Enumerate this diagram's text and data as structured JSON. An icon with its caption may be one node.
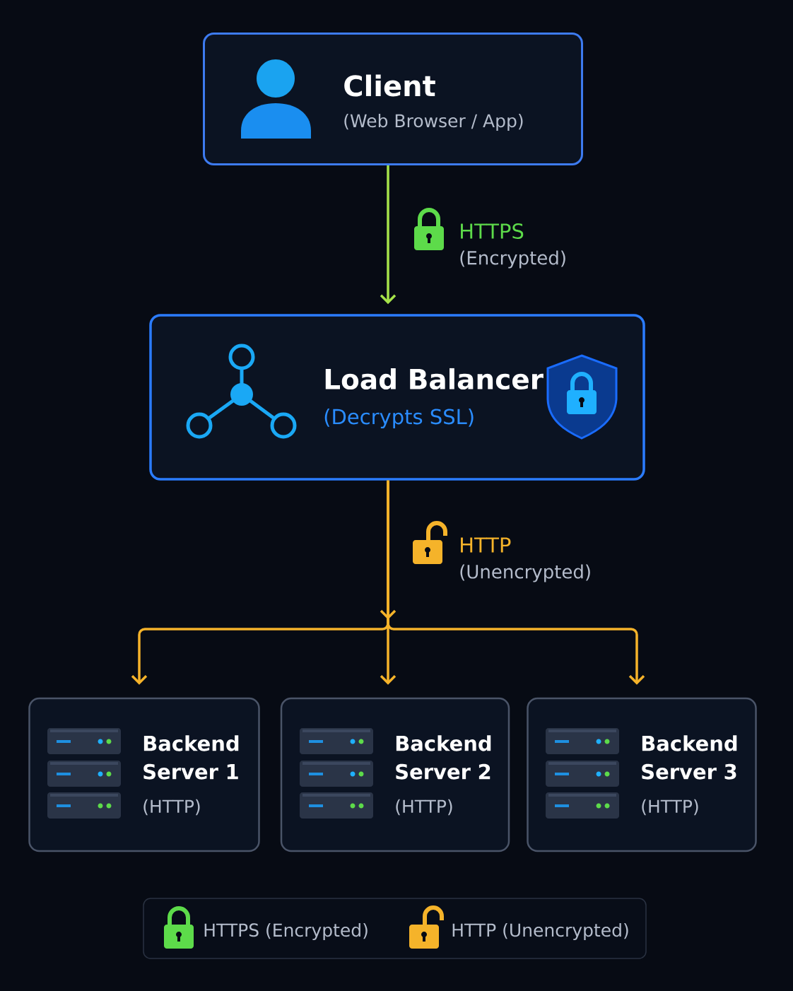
{
  "diagram": {
    "nodes": [
      {
        "text": [
          "Client",
          "(Web Browser / App)"
        ]
      },
      {
        "text": [
          "Load Balancer",
          "(Decrypts SSL)"
        ]
      },
      {
        "text": [
          "Backend Server 1",
          "(HTTP)"
        ]
      },
      {
        "text": [
          "Backend Server 2",
          "(HTTP)"
        ]
      },
      {
        "text": [
          "Backend Server 3",
          "(HTTP)"
        ]
      }
    ],
    "edges": [
      {
        "from": 0,
        "to": 1,
        "arrow": "to",
        "color": "#a6e34a"
      },
      {
        "from": 1,
        "to": 2,
        "arrow": "to"
      },
      {
        "from": 1,
        "to": 3,
        "arrow": "to"
      },
      {
        "from": 1,
        "to": 4,
        "arrow": "to"
      }
    ],
    "labels": [
      "HTTPS",
      "(Encrypted)",
      "HTTP",
      "(Unencrypted)"
    ],
    "legend": [
      {
        "text": "HTTPS (Encrypted)"
      },
      {
        "text": "HTTP (Unencrypted)"
      }
    ]
  }
}
